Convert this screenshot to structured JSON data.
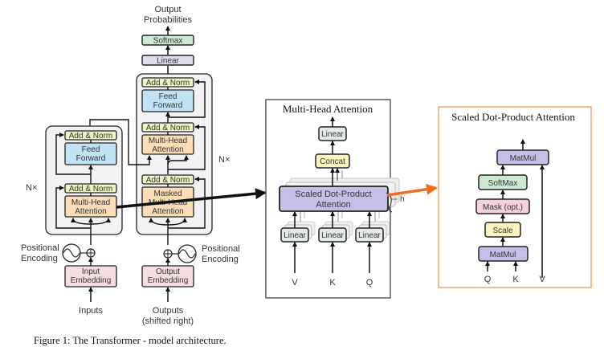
{
  "caption": "Figure 1: The Transformer - model architecture.",
  "colors": {
    "add_norm": "#eef3c6",
    "feed_forward": "#bfe3f4",
    "attention": "#fbddb8",
    "embedding": "#f6dde1",
    "linear": "#dedded",
    "softmax": "#cde9d1",
    "block_bg": "#f2f2f4",
    "sdpa": "#c6bfe8",
    "concat": "#fbf5bf",
    "mask": "#f6cfe0",
    "scale": "#fbf4bf",
    "orange_arrow": "#f26d22"
  },
  "transformer": {
    "output_label_1": "Output",
    "output_label_2": "Probabilities",
    "softmax": "Softmax",
    "linear": "Linear",
    "encoder": {
      "nx": "N×",
      "add_norm_top": "Add & Norm",
      "feed_forward_1": "Feed",
      "feed_forward_2": "Forward",
      "add_norm_bottom": "Add & Norm",
      "mha_1": "Multi-Head",
      "mha_2": "Attention",
      "positional_1": "Positional",
      "positional_2": "Encoding",
      "embedding_1": "Input",
      "embedding_2": "Embedding",
      "input_label": "Inputs"
    },
    "decoder": {
      "nx": "N×",
      "add_norm_top": "Add & Norm",
      "feed_forward_1": "Feed",
      "feed_forward_2": "Forward",
      "add_norm_mid": "Add & Norm",
      "mha_1": "Multi-Head",
      "mha_2": "Attention",
      "add_norm_bottom": "Add & Norm",
      "masked_1": "Masked",
      "masked_2": "Multi-Head",
      "masked_3": "Attention",
      "positional_1": "Positional",
      "positional_2": "Encoding",
      "embedding_1": "Output",
      "embedding_2": "Embedding",
      "output_label_1": "Outputs",
      "output_label_2": "(shifted right)"
    }
  },
  "multi_head": {
    "title": "Multi-Head Attention",
    "linear_top": "Linear",
    "concat": "Concat",
    "sdpa_1": "Scaled Dot-Product",
    "sdpa_2": "Attention",
    "h_label": "h",
    "linear_v": "Linear",
    "linear_k": "Linear",
    "linear_q": "Linear",
    "input_v": "V",
    "input_k": "K",
    "input_q": "Q"
  },
  "scaled_dot": {
    "title": "Scaled Dot-Product Attention",
    "matmul_top": "MatMul",
    "softmax": "SoftMax",
    "mask": "Mask (opt.)",
    "scale": "Scale",
    "matmul_bottom": "MatMul",
    "input_q": "Q",
    "input_k": "K",
    "input_v": "V"
  }
}
